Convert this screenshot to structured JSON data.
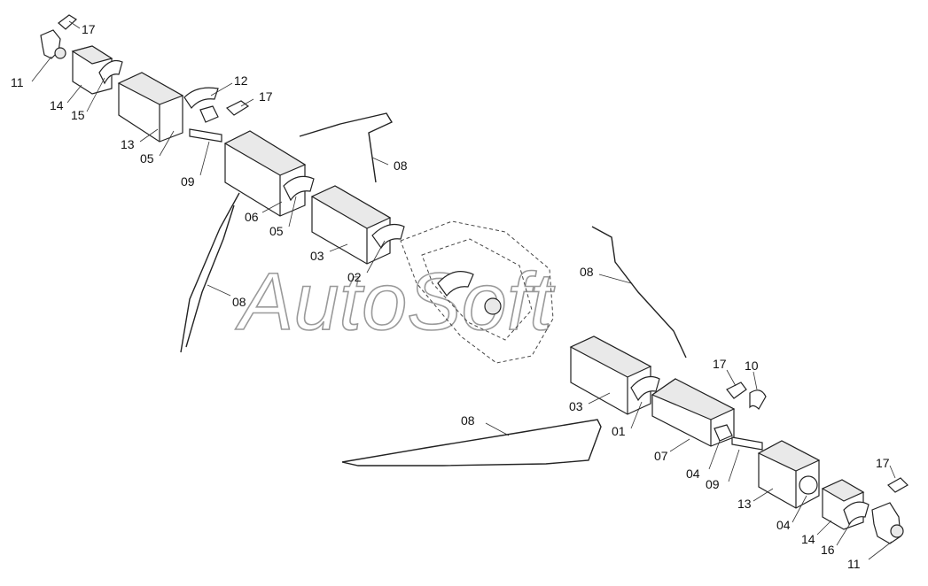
{
  "watermark": "AutoSoft",
  "callouts": {
    "c1": "17",
    "c2": "11",
    "c3": "14",
    "c4": "15",
    "c5": "13",
    "c6": "05",
    "c7": "12",
    "c8": "17",
    "c9": "09",
    "c10": "08",
    "c11": "06",
    "c12": "05",
    "c13": "03",
    "c14": "02",
    "c15": "08",
    "c16": "08",
    "c17": "17",
    "c18": "10",
    "c19": "03",
    "c20": "01",
    "c21": "08",
    "c22": "07",
    "c23": "04",
    "c24": "09",
    "c25": "13",
    "c26": "17",
    "c27": "04",
    "c28": "14",
    "c29": "16",
    "c30": "11"
  }
}
